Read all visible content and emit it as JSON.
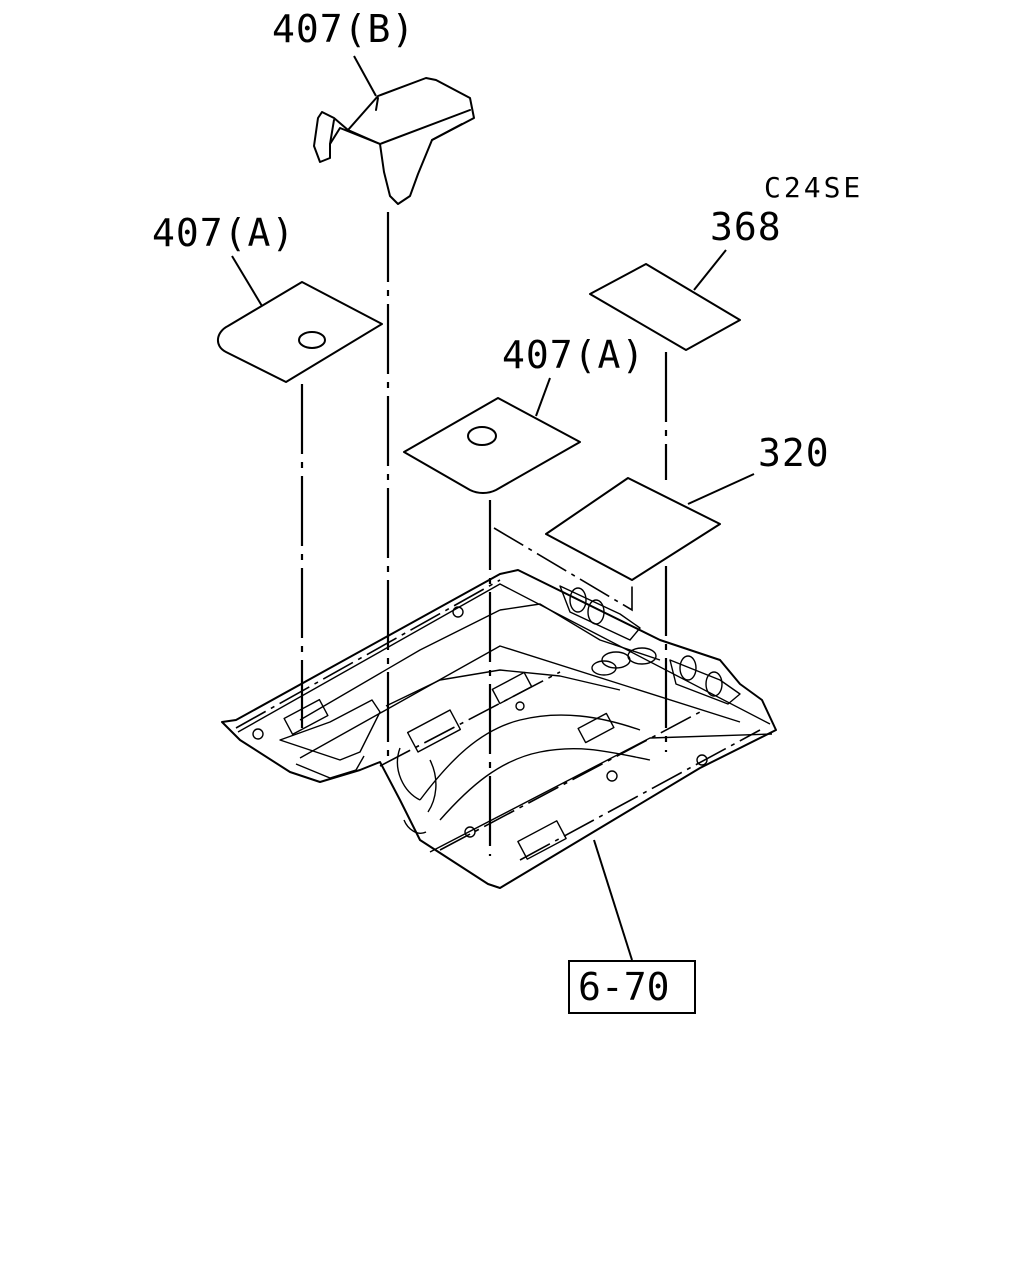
{
  "drawing_code": "C24SE",
  "callouts": {
    "part_407b": "407(B)",
    "part_407a_left": "407(A)",
    "part_407a_center": "407(A)",
    "part_368": "368",
    "part_320": "320"
  },
  "reference_box": "6-70"
}
